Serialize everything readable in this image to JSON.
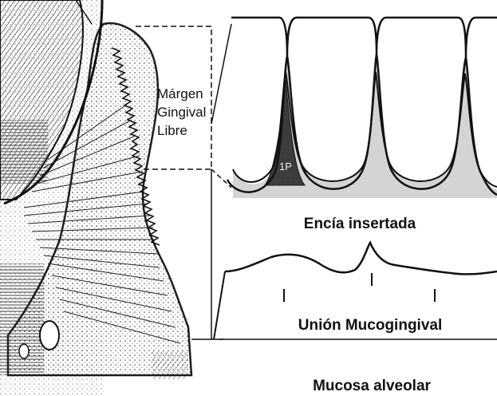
{
  "labels": {
    "free_margin": [
      "Márgen",
      "Gingival",
      "Libre"
    ],
    "attached_gingiva": "Encía insertada",
    "mucogingival_junction": "Unión Mucogingival",
    "alveolar_mucosa": "Mucosa alveolar"
  },
  "tooth_label": "1P",
  "colors": {
    "ink": "#111111",
    "background": "#ffffff",
    "fill_light": "#d2d2d2",
    "fill_dark": "#444444"
  }
}
